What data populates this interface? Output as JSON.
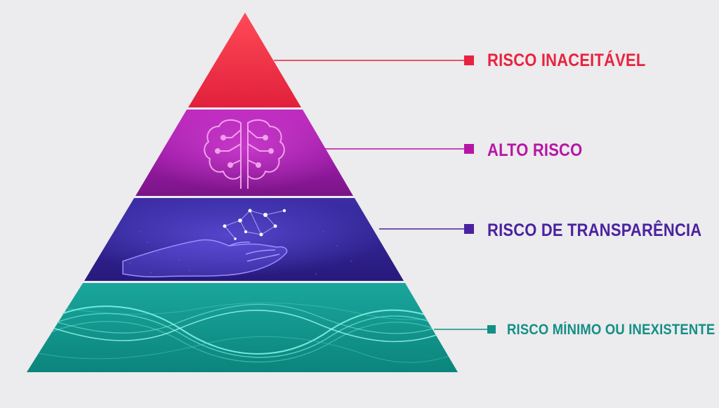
{
  "levels": [
    {
      "label": "RISCO INACEITÁVEL",
      "color": "#e8233f",
      "icon": "none"
    },
    {
      "label": "ALTO RISCO",
      "color": "#b616a6",
      "icon": "brain-circuit-icon"
    },
    {
      "label": "RISCO DE TRANSPARÊNCIA",
      "color": "#4a22a0",
      "icon": "hand-network-icon"
    },
    {
      "label": "RISCO MÍNIMO OU INEXISTENTE",
      "color": "#138f86",
      "icon": "wave-lines-icon"
    }
  ],
  "colors": {
    "background": "#ecebed",
    "tier_red_top": "#ff4a55",
    "tier_red_bottom": "#e0203a",
    "tier_magenta_top": "#c42cc0",
    "tier_magenta_bottom": "#7c1486",
    "tier_indigo_top": "#3c2fa8",
    "tier_indigo_bottom": "#2a1a80",
    "tier_teal_top": "#1ea89e",
    "tier_teal_bottom": "#0c8a80"
  }
}
